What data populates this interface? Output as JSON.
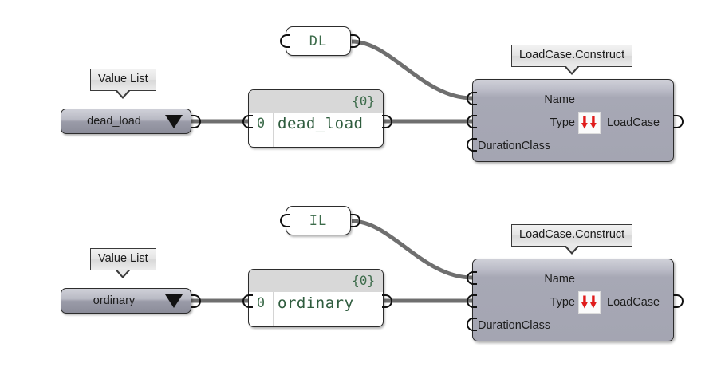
{
  "background": "#ffffff",
  "colors": {
    "wire": "#6f6f6f",
    "panel_text_green": "#2f5c3e",
    "component_fill": "#a6a7b4",
    "icon_red": "#e01b1b",
    "border_dark": "#2c2c2c"
  },
  "rows": [
    {
      "id": "row-dead-load",
      "value_list": {
        "callout": "Value List",
        "selected_value": "dead_load",
        "dropdown_icon": "triangle-down-icon"
      },
      "text_node": {
        "label": "DL"
      },
      "panel": {
        "count_label": "{0}",
        "row_index": "0",
        "row_value": "dead_load"
      },
      "component": {
        "callout": "LoadCase.Construct",
        "inputs": [
          "Name",
          "Type",
          "DurationClass"
        ],
        "outputs": [
          "LoadCase"
        ],
        "type_icon": "double-red-down-arrow-icon"
      }
    },
    {
      "id": "row-ordinary",
      "value_list": {
        "callout": "Value List",
        "selected_value": "ordinary",
        "dropdown_icon": "triangle-down-icon"
      },
      "text_node": {
        "label": "IL"
      },
      "panel": {
        "count_label": "{0}",
        "row_index": "0",
        "row_value": "ordinary"
      },
      "component": {
        "callout": "LoadCase.Construct",
        "inputs": [
          "Name",
          "Type",
          "DurationClass"
        ],
        "outputs": [
          "LoadCase"
        ],
        "type_icon": "double-red-down-arrow-icon"
      }
    }
  ]
}
